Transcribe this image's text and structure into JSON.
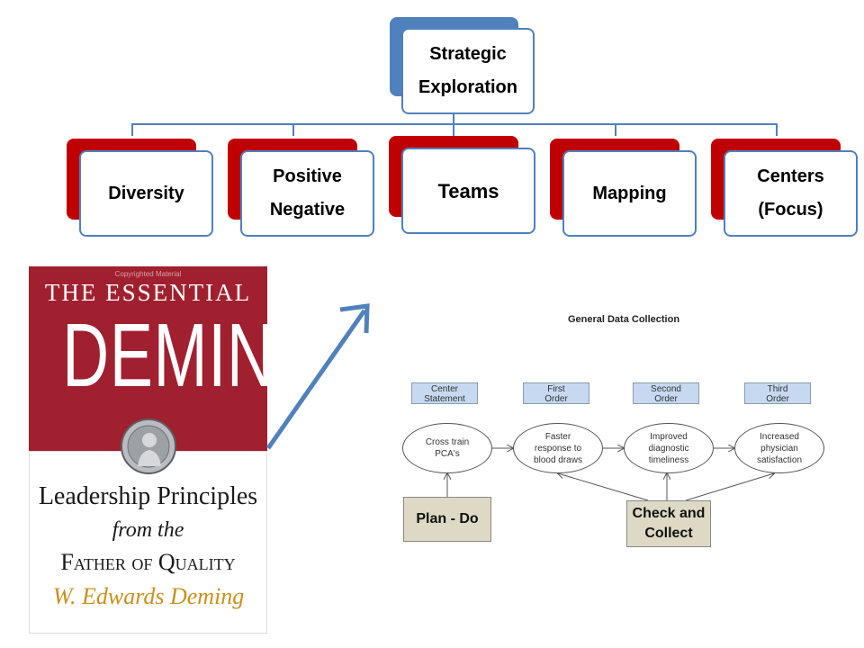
{
  "org_chart": {
    "root": "Strategic\nExploration",
    "children": [
      "Diversity",
      "Positive\nNegative",
      "Teams",
      "Mapping",
      "Centers\n(Focus)"
    ],
    "colors": {
      "root_accent": "#4f81bd",
      "child_accent": "#c00000",
      "line": "#4f81bd"
    }
  },
  "book_cover": {
    "micro_text": "Copyrighted Material",
    "title_line1": "THE ESSENTIAL",
    "title_line2": "DEMING",
    "subtitle_line1": "Leadership Principles",
    "subtitle_line2": "from the",
    "subtitle_line3": "Father of Quality",
    "signature": "W. Edwards Deming",
    "colors": {
      "cover": "#a0202f",
      "signature": "#c8911e"
    }
  },
  "data_collection": {
    "title": "General Data Collection",
    "headers": [
      "Center\nStatement",
      "First\nOrder",
      "Second\nOrder",
      "Third\nOrder"
    ],
    "nodes": [
      "Cross train\nPCA's",
      "Faster\nresponse to\nblood draws",
      "Improved\ndiagnostic\ntimeliness",
      "Increased\nphysician\nsatisfaction"
    ],
    "actions": [
      "Plan - Do",
      "Check and\nCollect"
    ]
  }
}
